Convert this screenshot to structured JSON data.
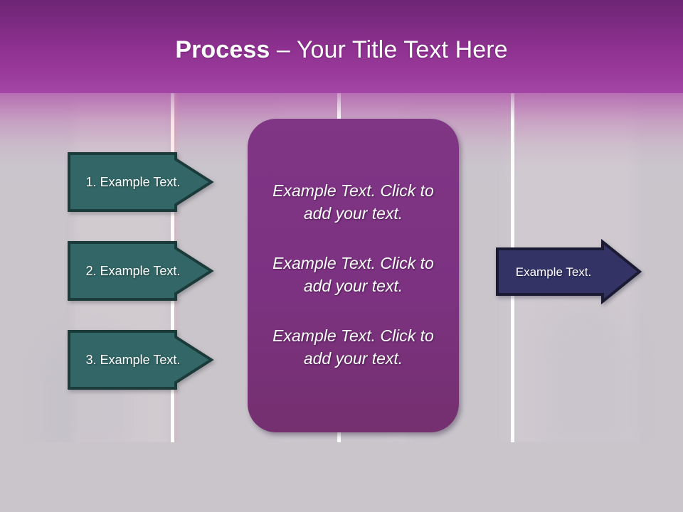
{
  "slide": {
    "title_strong": "Process",
    "title_rest": " – Your Title Text Here",
    "background_color": "#c9c5cb",
    "header_color": "#8e3190"
  },
  "steps": {
    "accent_color": "#336666",
    "border_color": "#1b3b3b",
    "items": [
      {
        "label": "1. Example Text."
      },
      {
        "label": "2. Example Text."
      },
      {
        "label": "3. Example Text."
      }
    ]
  },
  "detail_panel": {
    "fill_color": "#7c3281",
    "paragraphs": [
      "Example Text. Click  to add your text.",
      "Example Text. Click  to add your text.",
      "Example Text. Click  to add your text."
    ]
  },
  "output": {
    "fill_color": "#333366",
    "border_color": "#1a1a33",
    "label": "Example Text."
  }
}
